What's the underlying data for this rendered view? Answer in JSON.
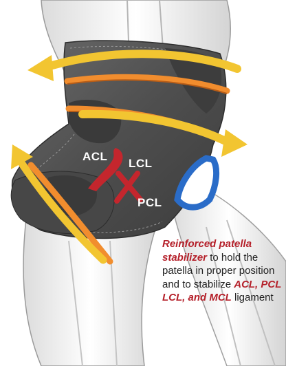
{
  "labels": {
    "acl": "ACL",
    "lcl": "LCL",
    "pcl": "PCL"
  },
  "caption": {
    "line1": "Reinforced patella",
    "line2_em": "stabilizer",
    "line2_rest": " to hold the",
    "line3": "patella in proper position",
    "line4_rest": "and to stabilize ",
    "line4_em": "ACL, PCL",
    "line5_em": "LCL, and MCL",
    "line5_rest": " ligament"
  },
  "colors": {
    "brace": "#505050",
    "brace_light": "#6e6e6e",
    "arrow": "#f2c531",
    "strap": "#f18d2e",
    "ligament": "#c4262d",
    "patella_ring": "#2a6cc8",
    "caption_accent": "#b5202a"
  }
}
